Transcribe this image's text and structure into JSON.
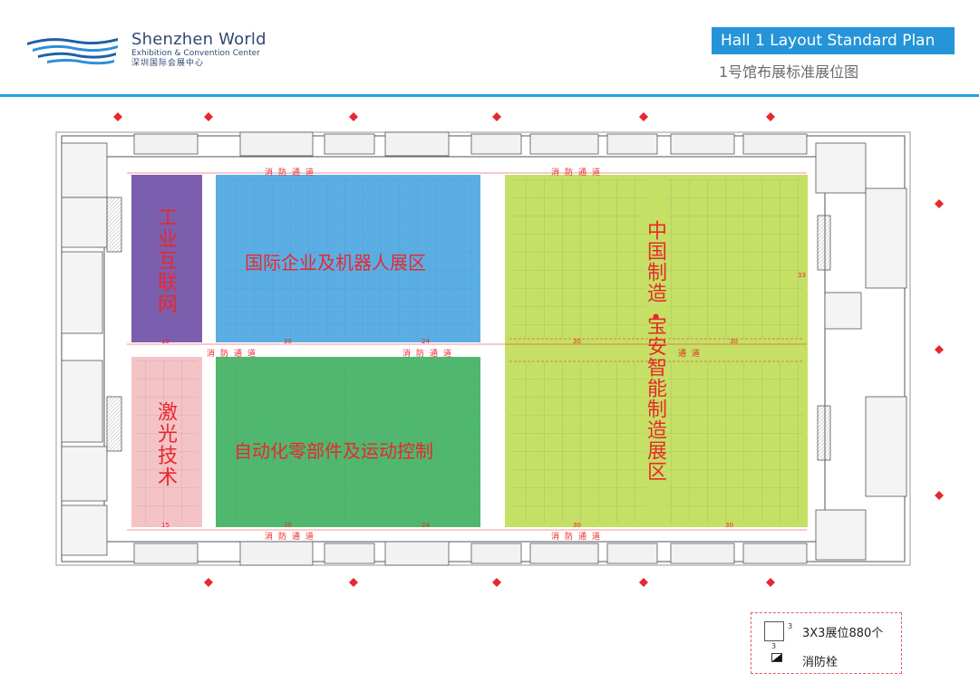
{
  "header": {
    "brand_line1": "Shenzhen World",
    "brand_line2": "Exhibition & Convention Center",
    "brand_line3": "深圳国际会展中心",
    "title_en": "Hall 1 Layout Standard Plan",
    "title_cn": "1号馆布展标准展位图",
    "accent_color": "#2594d8"
  },
  "zones": [
    {
      "id": "industrial-internet",
      "label": "工业互联网",
      "color": "#7b5fae"
    },
    {
      "id": "international-robotics",
      "label": "国际企业及机器人展区",
      "color": "#5aaee3"
    },
    {
      "id": "laser",
      "label": "激光技术",
      "color": "#f4c3c6"
    },
    {
      "id": "automation-parts",
      "label": "自动化零部件及运动控制",
      "color": "#4fb86e"
    },
    {
      "id": "china-manufacturing",
      "label_top": "中国制造",
      "label_dot": "•",
      "label_bottom": "宝安智能制造展区",
      "color": "#c5e064"
    }
  ],
  "aisles": {
    "top_left": "消防通道",
    "top_right": "消防通道",
    "mid_left": "消防通道",
    "mid_center": "消防通道",
    "mid_right": "通道",
    "bottom_left": "消防通道",
    "bottom_right": "消防通道"
  },
  "dimensions": {
    "d15a": "15",
    "d30a": "30",
    "d24a": "24",
    "d30b": "30",
    "d30c": "30",
    "d15b": "15",
    "d30d": "30",
    "d24b": "24",
    "d30e": "30",
    "d30f": "30",
    "d33": "33"
  },
  "legend": {
    "booth_text": "3X3展位880个",
    "booth_side": "3",
    "hydrant_text": "消防栓"
  }
}
